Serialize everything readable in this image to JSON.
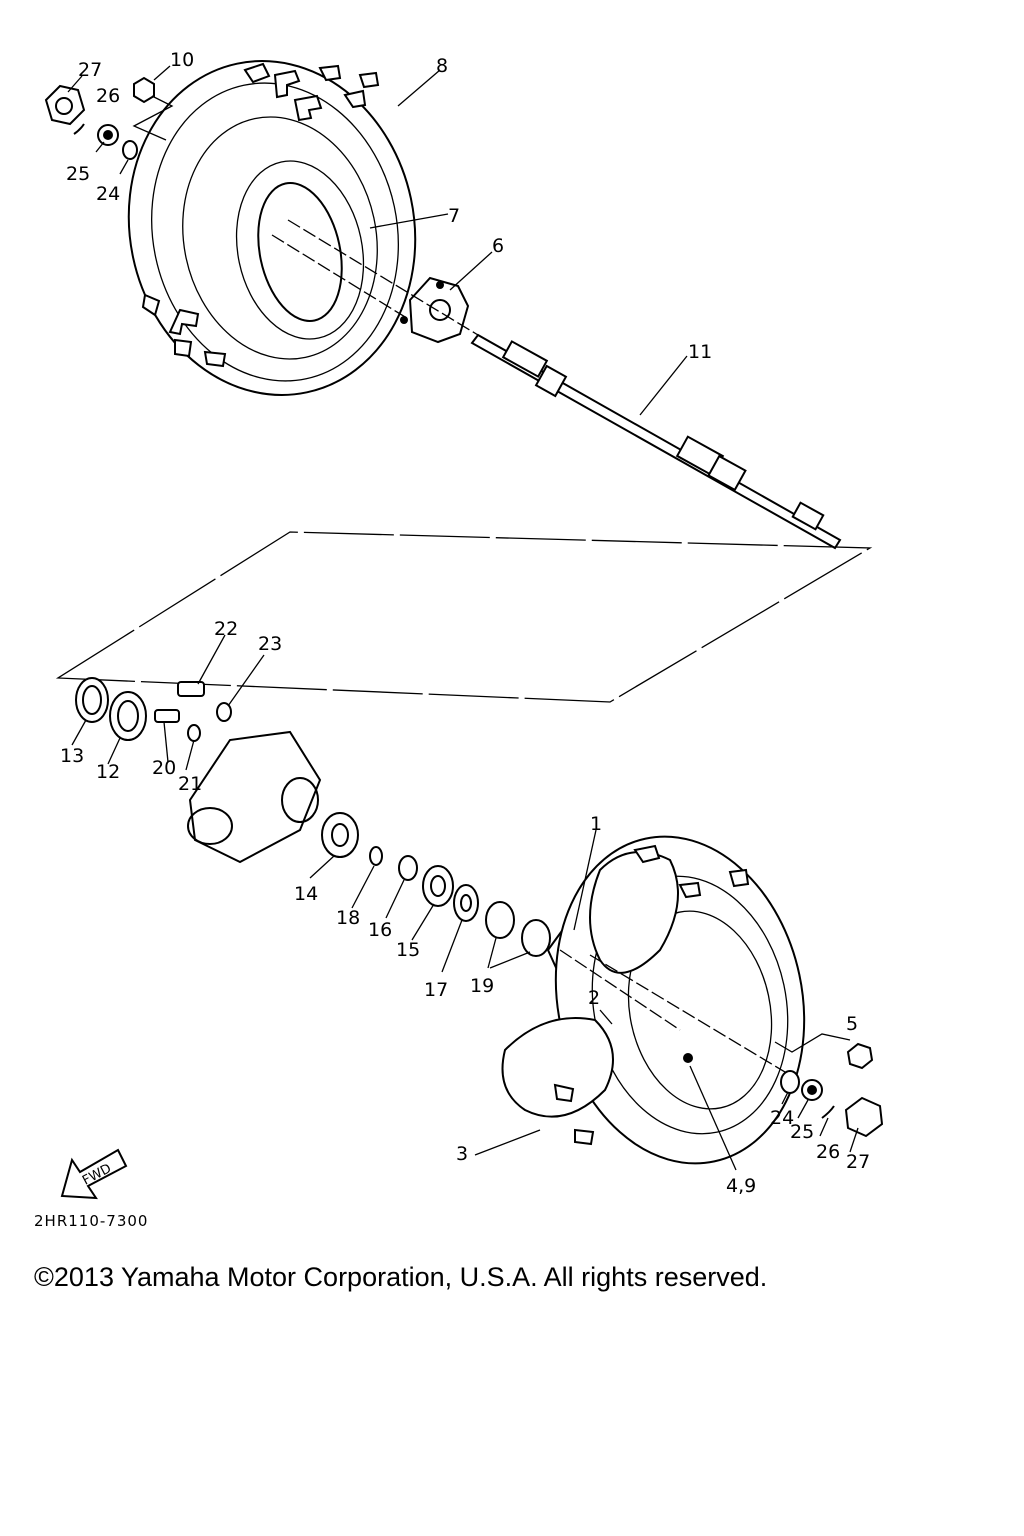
{
  "diagram": {
    "code": "2HR110-7300",
    "fwd_label": "FWD",
    "part_labels": {
      "p1": "1",
      "p2": "2",
      "p3": "3",
      "p4_9": "4,9",
      "p5": "5",
      "p6": "6",
      "p7": "7",
      "p8": "8",
      "p10": "10",
      "p11": "11",
      "p12": "12",
      "p13": "13",
      "p14": "14",
      "p15": "15",
      "p16": "16",
      "p17": "17",
      "p18": "18",
      "p19": "19",
      "p20": "20",
      "p21": "21",
      "p22": "22",
      "p23": "23",
      "p24_top": "24",
      "p25_top": "25",
      "p26_top": "26",
      "p27_top": "27",
      "p24_bot": "24",
      "p25_bot": "25",
      "p26_bot": "26",
      "p27_bot": "27"
    }
  },
  "footer": {
    "copyright": "©2013 Yamaha Motor Corporation, U.S.A. All rights reserved."
  }
}
